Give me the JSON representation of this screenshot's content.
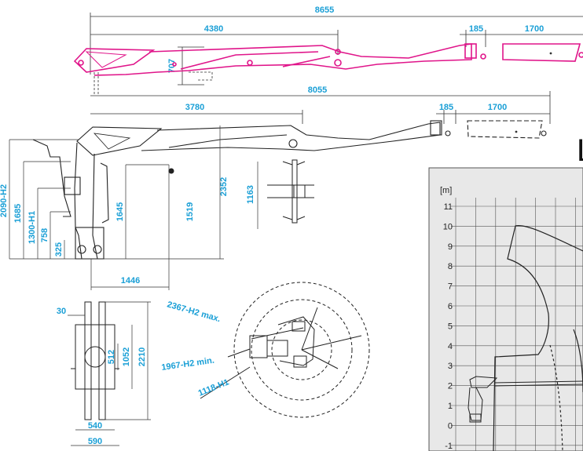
{
  "colors": {
    "dimension": "#1a9fd6",
    "extended_boom": "#e0158a",
    "drawing": "#222222",
    "chart_grid": "#555555",
    "chart_bg": "#e8e8e8"
  },
  "dimensions": {
    "top_total": "8655",
    "top_boom": "4380",
    "top_hook": "185",
    "top_ext": "1700",
    "top_height": "707",
    "mid_total": "8055",
    "mid_boom": "3780",
    "mid_hook": "185",
    "mid_ext": "1700",
    "h_2090": "2090-H2",
    "h_1685": "1685",
    "h_1300": "1300-H1",
    "h_758": "758",
    "h_325": "325",
    "h_1645": "1645",
    "h_1519": "1519",
    "h_2352": "2352",
    "h_1163": "1163",
    "w_1446": "1446",
    "w_30": "30",
    "h_512": "512",
    "h_1052": "1052",
    "h_2210": "2210",
    "w_540": "540",
    "w_590": "590",
    "r_max": "2367-H2 max.",
    "r_min": "1967-H2 min.",
    "r_h1": "1118-H1"
  },
  "chart": {
    "header_letter": "L",
    "unit": "[m]",
    "y_ticks": [
      "11",
      "10",
      "9",
      "8",
      "7",
      "6",
      "5",
      "4",
      "3",
      "2",
      "1",
      "0",
      "-1"
    ]
  }
}
